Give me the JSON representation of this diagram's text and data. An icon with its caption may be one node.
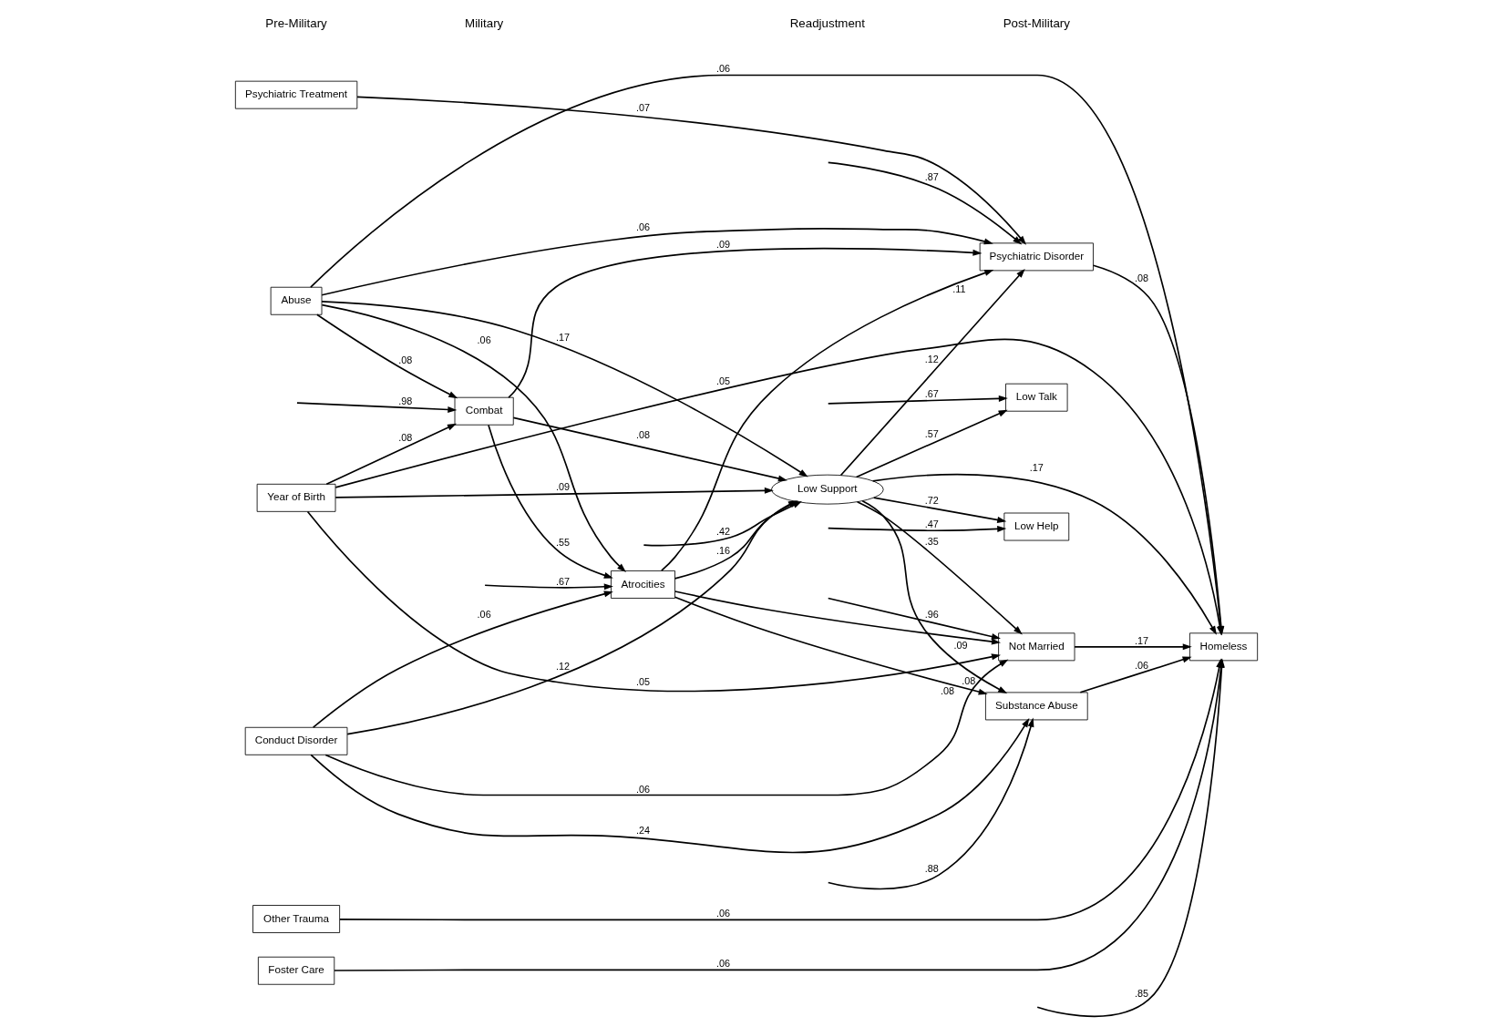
{
  "diagram": {
    "nodes": [
      {
        "text": [
          "Year of Birth"
        ]
      },
      {
        "text": [
          "Abuse"
        ]
      },
      {
        "text": [
          "Other Trauma"
        ]
      },
      {
        "text": [
          "Psychiatric Treatment"
        ]
      },
      {
        "text": [
          "Foster Care"
        ]
      },
      {
        "text": [
          "Conduct Disorder"
        ]
      },
      {
        "text": [
          "Combat"
        ]
      },
      {
        "text": [
          "Atrocities"
        ]
      },
      {
        "text": [
          "Low Talk"
        ]
      },
      {
        "text": [
          "Low Help"
        ]
      },
      {
        "text": [
          "Low Support"
        ]
      },
      {
        "text": [
          "Psychiatric Disorder"
        ]
      },
      {
        "text": [
          "Substance Abuse"
        ]
      },
      {
        "text": [
          "Not Married"
        ]
      },
      {
        "text": [
          "Homeless"
        ]
      }
    ],
    "edges": [
      {
        "from": 0,
        "to": 14,
        "arrow": "to",
        "label": ".05"
      },
      {
        "from": 0,
        "to": 6,
        "arrow": "to",
        "label": ".08"
      },
      {
        "from": 0,
        "to": 10,
        "arrow": "to",
        "label": ".09"
      },
      {
        "from": 0,
        "to": 13,
        "arrow": "to",
        "label": ".05"
      },
      {
        "from": 1,
        "to": 10,
        "arrow": "to",
        "label": ".17"
      },
      {
        "from": 1,
        "to": 11,
        "arrow": "to",
        "label": ".06"
      },
      {
        "from": 1,
        "to": 6,
        "arrow": "to",
        "label": ".08"
      },
      {
        "from": 1,
        "to": 7,
        "arrow": "to",
        "label": ".06"
      },
      {
        "from": 1,
        "to": 14,
        "arrow": "to",
        "label": ".06"
      },
      {
        "from": 2,
        "to": 14,
        "arrow": "to",
        "label": ".06"
      },
      {
        "from": 3,
        "to": 11,
        "arrow": "to",
        "label": ".07"
      },
      {
        "from": 4,
        "to": 14,
        "arrow": "to",
        "label": ".06"
      },
      {
        "from": 5,
        "to": 7,
        "arrow": "to",
        "label": ".06"
      },
      {
        "from": 5,
        "to": 10,
        "arrow": "to",
        "label": ".12"
      },
      {
        "from": 5,
        "to": 12,
        "arrow": "to",
        "label": ".24"
      },
      {
        "from": 5,
        "to": 13,
        "arrow": "to",
        "label": ".06"
      },
      {
        "from": 6,
        "to": 7,
        "arrow": "to",
        "label": ".55"
      },
      {
        "from": 6,
        "to": 10,
        "arrow": "to",
        "label": ".08"
      },
      {
        "from": 6,
        "to": 11,
        "arrow": "to",
        "label": ".09"
      },
      {
        "from": 7,
        "to": 10,
        "arrow": "to",
        "label": ".16"
      },
      {
        "from": 7,
        "to": 11,
        "arrow": "to",
        "label": ".11"
      },
      {
        "from": 7,
        "to": 12,
        "arrow": "to",
        "label": ".08"
      },
      {
        "from": 7,
        "to": 13,
        "arrow": "to",
        "label": ".09"
      },
      {
        "from": 10,
        "to": 8,
        "arrow": "to",
        "label": ".57"
      },
      {
        "from": 10,
        "to": 9,
        "arrow": "to",
        "label": ".72"
      },
      {
        "from": 10,
        "to": 11,
        "arrow": "to",
        "label": ".12"
      },
      {
        "from": 10,
        "to": 12,
        "arrow": "to",
        "label": ".08"
      },
      {
        "from": 10,
        "to": 13,
        "arrow": "to",
        "label": ".35"
      },
      {
        "from": 10,
        "to": 14,
        "arrow": "to",
        "label": ".17"
      },
      {
        "from": 11,
        "to": 14,
        "arrow": "to",
        "label": ".08"
      },
      {
        "from": 12,
        "to": 14,
        "arrow": "to",
        "label": ".06"
      },
      {
        "from": 13,
        "to": 14,
        "arrow": "to",
        "label": ".17"
      },
      {
        "from": null,
        "to": 8,
        "arrow": "to",
        "label": ".67"
      },
      {
        "from": null,
        "to": 9,
        "arrow": "to",
        "label": ".47"
      },
      {
        "from": null,
        "to": 10,
        "arrow": "to",
        "label": ".42"
      },
      {
        "from": null,
        "to": 6,
        "arrow": "to",
        "label": ".98"
      },
      {
        "from": null,
        "to": 7,
        "arrow": "to",
        "label": ".67"
      },
      {
        "from": null,
        "to": 11,
        "arrow": "to",
        "label": ".87"
      },
      {
        "from": null,
        "to": 12,
        "arrow": "to",
        "label": ".88"
      },
      {
        "from": null,
        "to": 13,
        "arrow": "to",
        "label": ".96"
      },
      {
        "from": null,
        "to": 14,
        "arrow": "to",
        "label": ".85"
      }
    ],
    "labels": [
      "Pre-Military",
      "Military",
      "Readjustment",
      "Post-Military"
    ]
  }
}
